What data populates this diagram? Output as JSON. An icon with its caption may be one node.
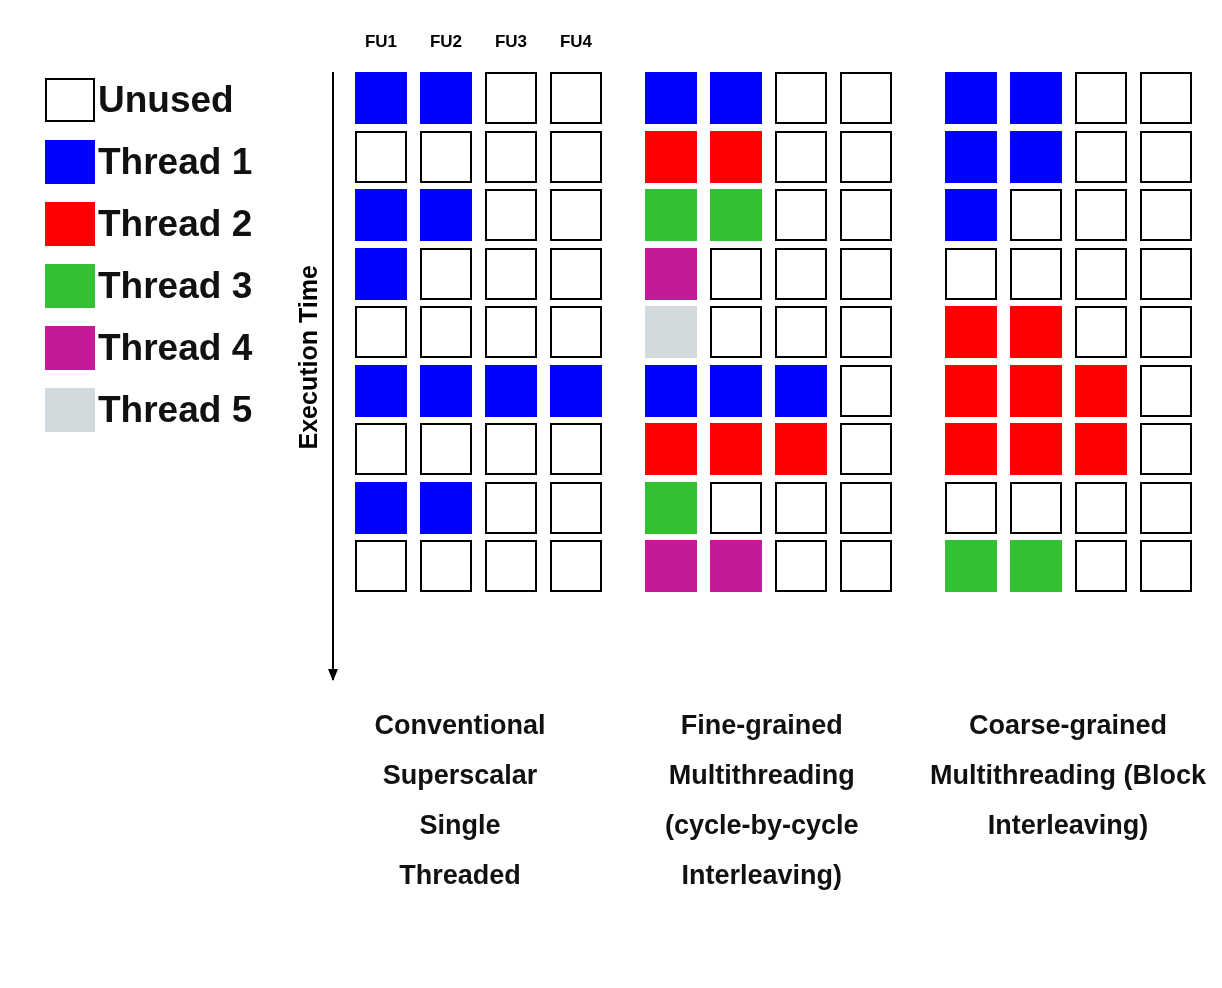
{
  "diagram": {
    "nodes": [
      {
        "text": [
          "Conventional Superscalar Single Threaded"
        ]
      },
      {
        "text": [],
        "shape": "box",
        "in": 0
      },
      {
        "text": [],
        "shape": "box",
        "in": 0
      },
      {
        "text": [],
        "shape": "box",
        "in": 0
      },
      {
        "text": [],
        "shape": "box",
        "in": 0
      },
      {
        "text": [],
        "shape": "box",
        "in": 0
      },
      {
        "text": [],
        "shape": "box",
        "in": 0
      },
      {
        "text": [],
        "shape": "box",
        "in": 0
      },
      {
        "text": [],
        "shape": "box",
        "in": 0
      },
      {
        "text": [],
        "shape": "box",
        "in": 0
      },
      {
        "text": [],
        "shape": "box",
        "in": 0
      },
      {
        "text": [],
        "shape": "box",
        "in": 0
      },
      {
        "text": [],
        "shape": "box",
        "in": 0
      },
      {
        "text": [],
        "shape": "box",
        "in": 0
      },
      {
        "text": [],
        "shape": "box",
        "in": 0
      },
      {
        "text": [],
        "shape": "box",
        "in": 0
      },
      {
        "text": [],
        "shape": "box",
        "in": 0
      },
      {
        "text": [],
        "shape": "box",
        "in": 0
      },
      {
        "text": [],
        "shape": "box",
        "in": 0
      },
      {
        "text": [],
        "shape": "box",
        "in": 0
      },
      {
        "text": [],
        "shape": "box",
        "in": 0
      },
      {
        "text": [],
        "shape": "box",
        "in": 0
      },
      {
        "text": [],
        "shape": "box",
        "in": 0
      },
      {
        "text": [],
        "shape": "box",
        "in": 0
      },
      {
        "text": [],
        "shape": "box",
        "in": 0
      },
      {
        "text": [],
        "shape": "box",
        "in": 0
      },
      {
        "text": [],
        "shape": "box",
        "in": 0
      },
      {
        "text": [],
        "shape": "box",
        "in": 0
      },
      {
        "text": [],
        "shape": "box",
        "in": 0
      },
      {
        "text": [],
        "shape": "box",
        "in": 0
      },
      {
        "text": [],
        "shape": "box",
        "in": 0
      },
      {
        "text": [],
        "shape": "box",
        "in": 0
      },
      {
        "text": [],
        "shape": "box",
        "in": 0
      },
      {
        "text": [],
        "shape": "box",
        "in": 0
      },
      {
        "text": [],
        "shape": "box",
        "in": 0
      },
      {
        "text": [],
        "shape": "box",
        "in": 0
      },
      {
        "text": [],
        "shape": "box",
        "in": 0
      },
      {
        "text": [
          "Fine-grained Multithreading (cycle-by-cycle Interleaving)"
        ]
      },
      {
        "text": [],
        "shape": "box",
        "in": 37
      },
      {
        "text": [],
        "shape": "box",
        "in": 37
      },
      {
        "text": [],
        "shape": "box",
        "in": 37
      },
      {
        "text": [],
        "shape": "box",
        "in": 37
      },
      {
        "text": [],
        "shape": "box",
        "in": 37
      },
      {
        "text": [],
        "shape": "box",
        "in": 37
      },
      {
        "text": [],
        "shape": "box",
        "in": 37
      },
      {
        "text": [],
        "shape": "box",
        "in": 37
      },
      {
        "text": [],
        "shape": "box",
        "in": 37
      },
      {
        "text": [],
        "shape": "box",
        "in": 37
      },
      {
        "text": [],
        "shape": "box",
        "in": 37
      },
      {
        "text": [],
        "shape": "box",
        "in": 37
      },
      {
        "text": [],
        "shape": "box",
        "in": 37
      },
      {
        "text": [],
        "shape": "box",
        "in": 37
      },
      {
        "text": [],
        "shape": "box",
        "in": 37
      },
      {
        "text": [],
        "shape": "box",
        "in": 37
      },
      {
        "text": [],
        "shape": "box",
        "in": 37
      },
      {
        "text": [],
        "shape": "box",
        "in": 37
      },
      {
        "text": [],
        "shape": "box",
        "in": 37
      },
      {
        "text": [],
        "shape": "box",
        "in": 37
      },
      {
        "text": [],
        "shape": "box",
        "in": 37
      },
      {
        "text": [],
        "shape": "box",
        "in": 37
      },
      {
        "text": [],
        "shape": "box",
        "in": 37
      },
      {
        "text": [],
        "shape": "box",
        "in": 37
      },
      {
        "text": [],
        "shape": "box",
        "in": 37
      },
      {
        "text": [],
        "shape": "box",
        "in": 37
      },
      {
        "text": [],
        "shape": "box",
        "in": 37
      },
      {
        "text": [],
        "shape": "box",
        "in": 37
      },
      {
        "text": [],
        "shape": "box",
        "in": 37
      },
      {
        "text": [],
        "shape": "box",
        "in": 37
      },
      {
        "text": [],
        "shape": "box",
        "in": 37
      },
      {
        "text": [],
        "shape": "box",
        "in": 37
      },
      {
        "text": [],
        "shape": "box",
        "in": 37
      },
      {
        "text": [],
        "shape": "box",
        "in": 37
      },
      {
        "text": [],
        "shape": "box",
        "in": 37
      },
      {
        "text": [],
        "shape": "box",
        "in": 37
      },
      {
        "text": [
          "Coarse-grained Multithreading (Block Interleaving)"
        ]
      },
      {
        "text": [],
        "shape": "box",
        "in": 74
      },
      {
        "text": [],
        "shape": "box",
        "in": 74
      },
      {
        "text": [],
        "shape": "box",
        "in": 74
      },
      {
        "text": [],
        "shape": "box",
        "in": 74
      },
      {
        "text": [],
        "shape": "box",
        "in": 74
      },
      {
        "text": [],
        "shape": "box",
        "in": 74
      },
      {
        "text": [],
        "shape": "box",
        "in": 74
      },
      {
        "text": [],
        "shape": "box",
        "in": 74
      },
      {
        "text": [],
        "shape": "box",
        "in": 74
      },
      {
        "text": [],
        "shape": "box",
        "in": 74
      },
      {
        "text": [],
        "shape": "box",
        "in": 74
      },
      {
        "text": [],
        "shape": "box",
        "in": 74
      },
      {
        "text": [],
        "shape": "box",
        "in": 74
      },
      {
        "text": [],
        "shape": "box",
        "in": 74
      },
      {
        "text": [],
        "shape": "box",
        "in": 74
      },
      {
        "text": [],
        "shape": "box",
        "in": 74
      },
      {
        "text": [],
        "shape": "box",
        "in": 74
      },
      {
        "text": [],
        "shape": "box",
        "in": 74
      },
      {
        "text": [],
        "shape": "box",
        "in": 74
      },
      {
        "text": [],
        "shape": "box",
        "in": 74
      },
      {
        "text": [],
        "shape": "box",
        "in": 74
      },
      {
        "text": [],
        "shape": "box",
        "in": 74
      },
      {
        "text": [],
        "shape": "box",
        "in": 74
      },
      {
        "text": [],
        "shape": "box",
        "in": 74
      },
      {
        "text": [],
        "shape": "box",
        "in": 74
      },
      {
        "text": [],
        "shape": "box",
        "in": 74
      },
      {
        "text": [],
        "shape": "box",
        "in": 74
      },
      {
        "text": [],
        "shape": "box",
        "in": 74
      },
      {
        "text": [],
        "shape": "box",
        "in": 74
      },
      {
        "text": [],
        "shape": "box",
        "in": 74
      },
      {
        "text": [],
        "shape": "box",
        "in": 74
      },
      {
        "text": [],
        "shape": "box",
        "in": 74
      },
      {
        "text": [],
        "shape": "box",
        "in": 74
      },
      {
        "text": [],
        "shape": "box",
        "in": 74
      },
      {
        "text": [],
        "shape": "box",
        "in": 74
      },
      {
        "text": [],
        "shape": "box",
        "in": 74
      }
    ],
    "labels": [
      "FU1",
      "FU2",
      "FU3",
      "FU4",
      "Execution Time"
    ],
    "legend": [
      {
        "text": "Unused",
        "color": "#ffffff"
      },
      {
        "text": "Thread 1",
        "color": "#0000ff"
      },
      {
        "text": "Thread 2",
        "color": "#ff0000"
      },
      {
        "text": "Thread 3",
        "color": "#33c033"
      },
      {
        "text": "Thread 4",
        "color": "#c41a9a"
      },
      {
        "text": "Thread 5",
        "color": "#d3dadd"
      }
    ]
  }
}
